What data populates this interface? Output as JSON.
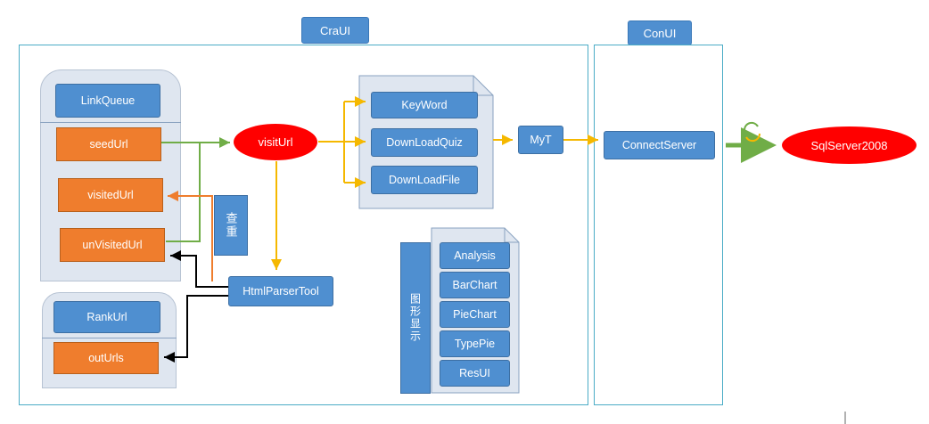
{
  "cra_ui": {
    "title": "CraUI"
  },
  "con_ui": {
    "title": "ConUI"
  },
  "link_queue": {
    "title": "LinkQueue",
    "seed_url": "seedUrl",
    "visited_url": "visitedUrl",
    "unvisited_url": "unVisitedUrl"
  },
  "rank_url": {
    "title": "RankUrl",
    "out_urls": "outUrls"
  },
  "visit_url": "visitUrl",
  "dedupe": "查重",
  "html_parser_tool": "HtmlParserTool",
  "doc_modules": {
    "keyword": "KeyWord",
    "download_quiz": "DownLoadQuiz",
    "download_file": "DownLoadFile"
  },
  "myt": "MyT",
  "connect_server": "ConnectServer",
  "sql_server": "SqlServer2008",
  "graph_display": {
    "label": "图形显示",
    "items": [
      "Analysis",
      "BarChart",
      "PieChart",
      "TypePie",
      "ResUI"
    ]
  },
  "colors": {
    "blue": "#4f8fd0",
    "orange": "#ef7d2d",
    "red": "#ff0000",
    "green": "#70ad47",
    "yellow": "#f5b800",
    "frame": "#4bacc6"
  }
}
